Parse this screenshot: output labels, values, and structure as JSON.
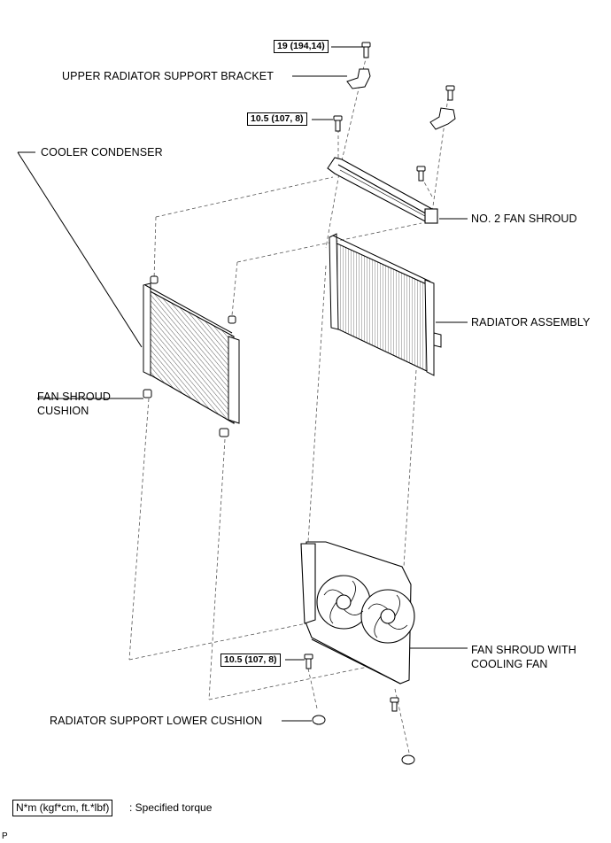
{
  "labels": {
    "upper_bracket": "UPPER RADIATOR SUPPORT BRACKET",
    "cooler_condenser": "COOLER CONDENSER",
    "no2_fan_shroud": "NO. 2 FAN SHROUD",
    "radiator_assembly": "RADIATOR ASSEMBLY",
    "fan_shroud_cushion_1": "FAN SHROUD",
    "fan_shroud_cushion_2": "CUSHION",
    "fan_shroud_cooling_fan_1": "FAN SHROUD WITH",
    "fan_shroud_cooling_fan_2": "COOLING FAN",
    "lower_cushion": "RADIATOR SUPPORT LOWER CUSHION"
  },
  "torques": {
    "upper_bolt": "19 (194,14)",
    "bracket_bolt": "10.5 (107, 8)",
    "lower_bolt": "10.5 (107, 8)"
  },
  "legend": {
    "box": "N*m (kgf*cm, ft.*lbf)",
    "text": ": Specified torque"
  },
  "code": "P",
  "colors": {
    "line": "#000000",
    "background": "#ffffff"
  }
}
